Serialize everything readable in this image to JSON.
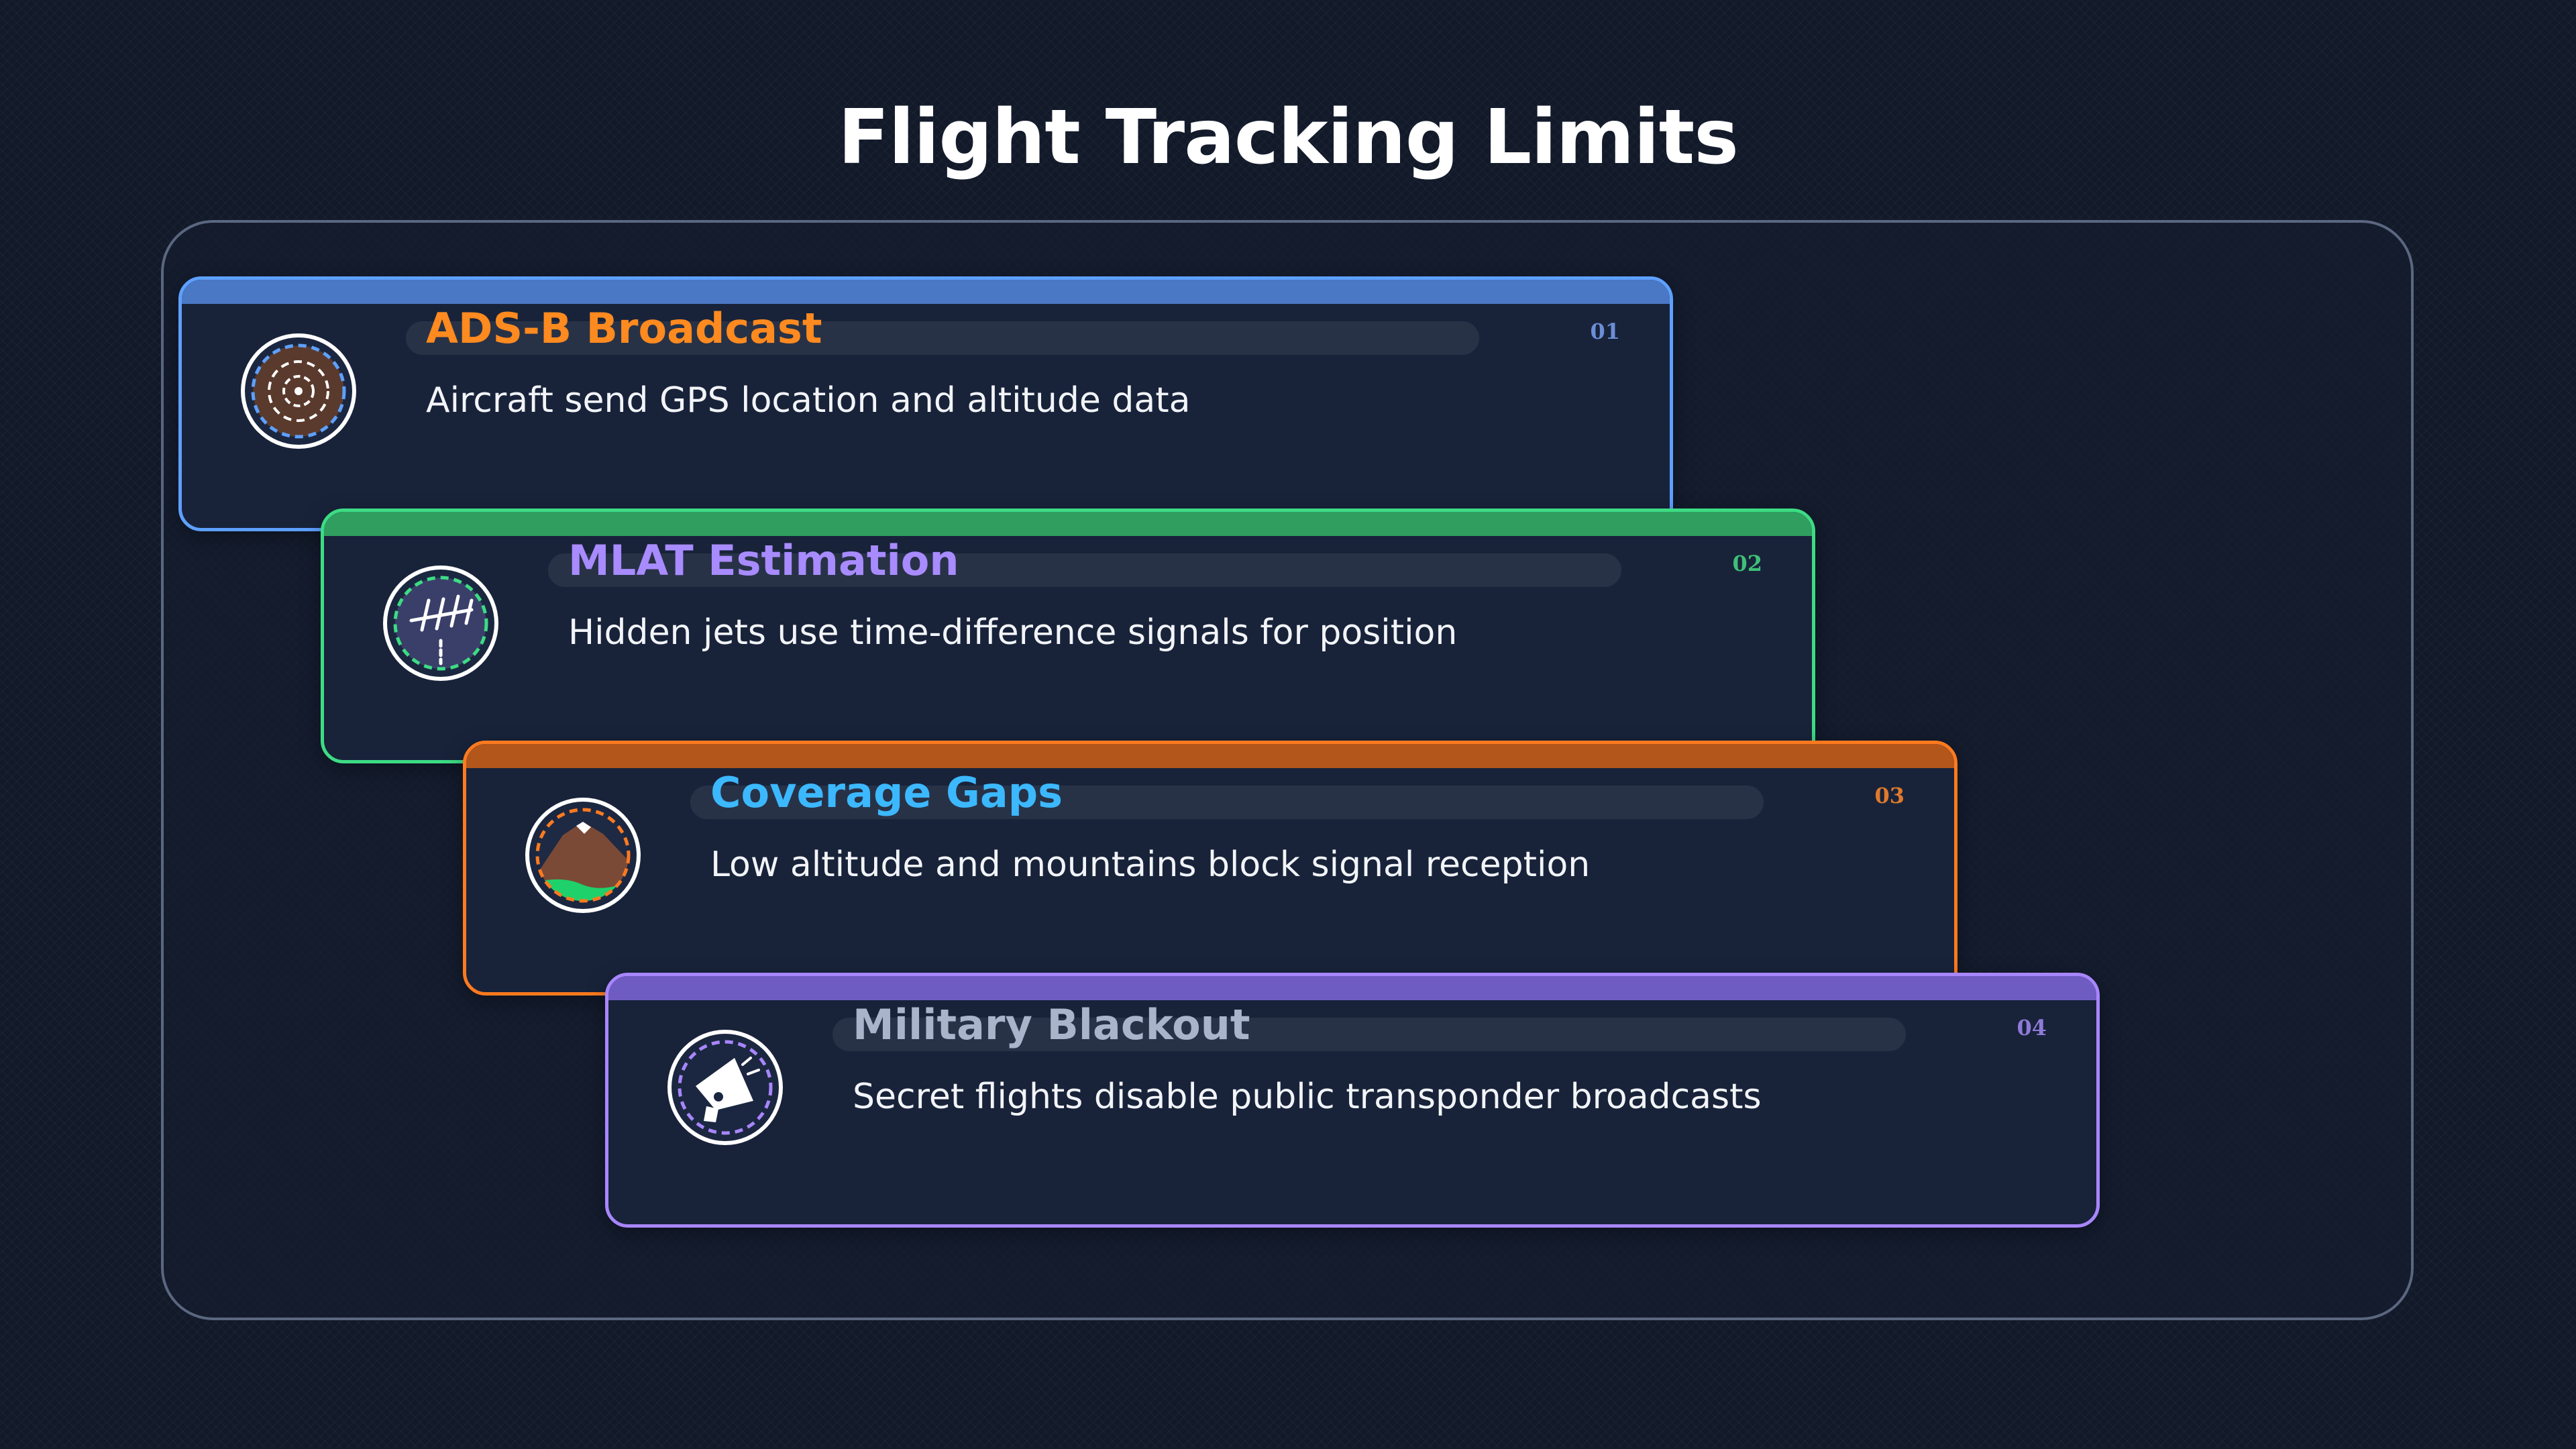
{
  "title": "Flight Tracking Limits",
  "cards": [
    {
      "number": "01",
      "heading": "ADS-B Broadcast",
      "description": "Aircraft send GPS location and altitude data",
      "icon": "radar-signal-icon",
      "border_color": "#5ea0ff",
      "bar_color": "#4a78c4",
      "heading_color": "#ff8a1f",
      "number_color": "#6b8ed6"
    },
    {
      "number": "02",
      "heading": "MLAT Estimation",
      "description": "Hidden jets use time-difference signals for position",
      "icon": "signal-grid-icon",
      "border_color": "#3ddc84",
      "bar_color": "#2f9e5f",
      "heading_color": "#a88bff",
      "number_color": "#3fbf77"
    },
    {
      "number": "03",
      "heading": "Coverage Gaps",
      "description": "Low altitude and mountains block signal reception",
      "icon": "mountain-icon",
      "border_color": "#ff7a1f",
      "bar_color": "#b2561c",
      "heading_color": "#3cb8ff",
      "number_color": "#e07a2c"
    },
    {
      "number": "04",
      "heading": "Military Blackout",
      "description": "Secret flights disable public transponder broadcasts",
      "icon": "megaphone-off-icon",
      "border_color": "#a886ff",
      "bar_color": "#6f5cc2",
      "heading_color": "#a9b3c9",
      "number_color": "#8f7ad8"
    }
  ]
}
